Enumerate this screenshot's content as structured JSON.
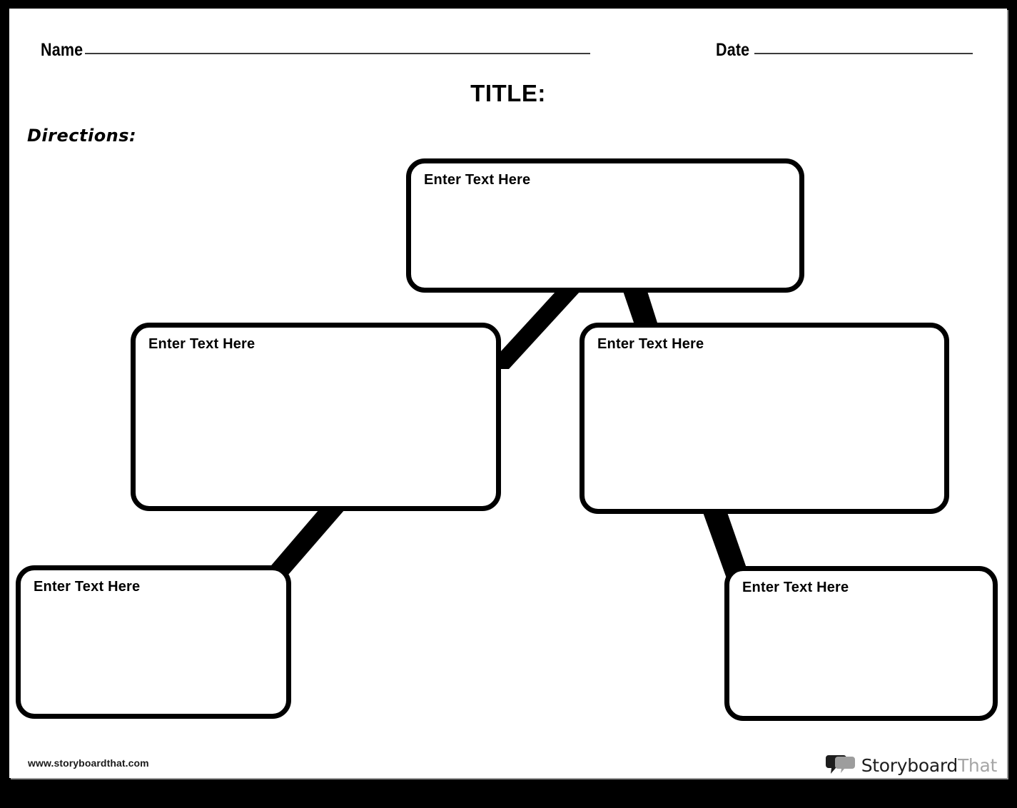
{
  "page": {
    "background_color": "#ffffff",
    "frame_color": "#000000",
    "ink_color": "#000000"
  },
  "header": {
    "name_label": "Name",
    "date_label": "Date",
    "title": "TITLE:",
    "directions_label": "Directions:"
  },
  "diagram": {
    "type": "flow-chart-template",
    "node_placeholder": "Enter Text Here",
    "nodes": [
      {
        "id": "top",
        "label": "Enter Text Here"
      },
      {
        "id": "middle-left",
        "label": "Enter Text Here"
      },
      {
        "id": "middle-right",
        "label": "Enter Text Here"
      },
      {
        "id": "bottom-left",
        "label": "Enter Text Here"
      },
      {
        "id": "bottom-right",
        "label": "Enter Text Here"
      }
    ],
    "connectors": [
      {
        "from": "top",
        "to": "middle-left"
      },
      {
        "from": "top",
        "to": "middle-right"
      },
      {
        "from": "middle-left",
        "to": "bottom-left"
      },
      {
        "from": "middle-right",
        "to": "bottom-right"
      }
    ]
  },
  "footer": {
    "url": "www.storyboardthat.com",
    "brand_primary": "Storyboard",
    "brand_secondary": "That",
    "brand_primary_color": "#1d1d1d",
    "brand_secondary_color": "#a6a6a6"
  }
}
